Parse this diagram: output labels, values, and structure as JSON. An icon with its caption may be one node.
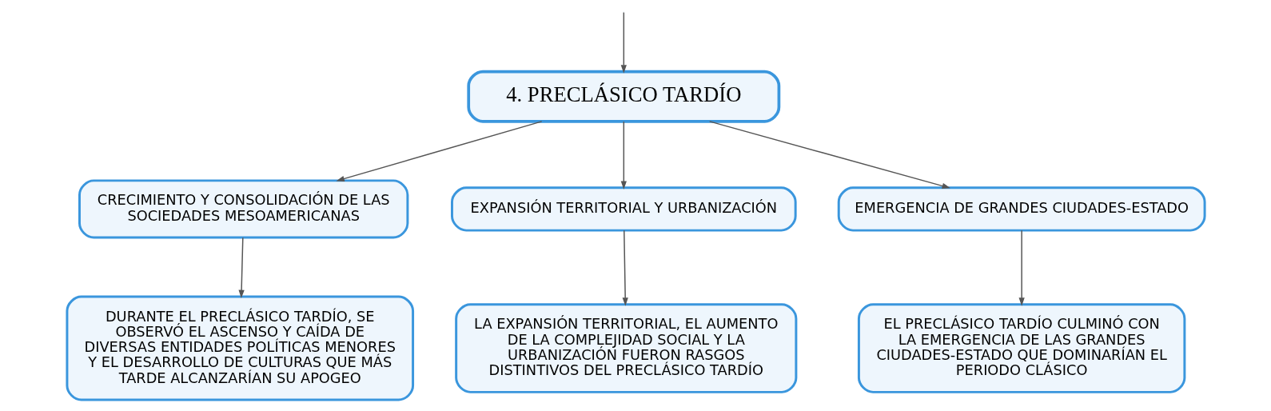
{
  "diagram": {
    "nodes": [
      {
        "text": [
          "4. PRECLÁSICO TARDÍO"
        ]
      },
      {
        "text": [
          "CRECIMIENTO Y CONSOLIDACIÓN DE LAS SOCIEDADES MESOAMERICANAS"
        ]
      },
      {
        "text": [
          "EXPANSIÓN TERRITORIAL Y URBANIZACIÓN"
        ]
      },
      {
        "text": [
          "EMERGENCIA DE GRANDES CIUDADES-ESTADO"
        ]
      },
      {
        "text": [
          "DURANTE EL PRECLÁSICO TARDÍO, SE OBSERVÓ EL ASCENSO Y CAÍDA DE DIVERSAS ENTIDADES POLÍTICAS MENORES Y EL DESARROLLO DE CULTURAS QUE MÁS TARDE ALCANZARÍAN SU APOGEO"
        ]
      },
      {
        "text": [
          "LA EXPANSIÓN TERRITORIAL, EL AUMENTO DE LA COMPLEJIDAD SOCIAL Y LA URBANIZACIÓN FUERON RASGOS DISTINTIVOS DEL PRECLÁSICO TARDÍO"
        ]
      },
      {
        "text": [
          "EL PRECLÁSICO TARDÍO CULMINÓ CON LA EMERGENCIA DE LAS GRANDES CIUDADES-ESTADO QUE DOMINARÍAN EL PERIODO CLÁSICO"
        ]
      }
    ],
    "edges": [
      {
        "from": null,
        "to": 0,
        "arrow": "to"
      },
      {
        "from": 0,
        "to": 1,
        "arrow": "to"
      },
      {
        "from": 0,
        "to": 2,
        "arrow": "to"
      },
      {
        "from": 0,
        "to": 3,
        "arrow": "to"
      },
      {
        "from": 1,
        "to": 4,
        "arrow": "to"
      },
      {
        "from": 2,
        "to": 5,
        "arrow": "to"
      },
      {
        "from": 3,
        "to": 6,
        "arrow": "to"
      }
    ]
  }
}
